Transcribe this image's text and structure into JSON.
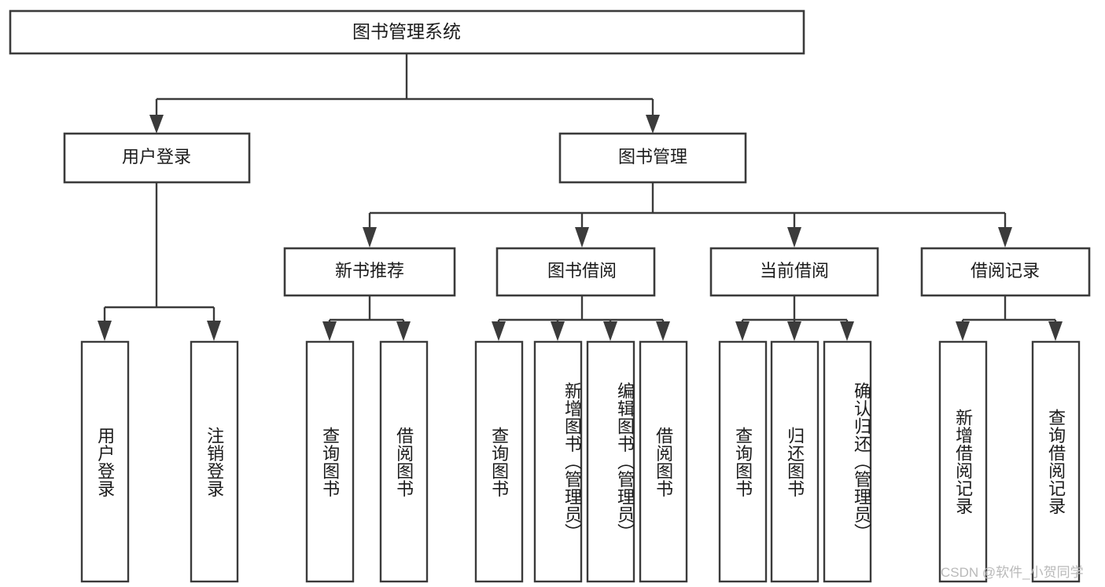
{
  "diagram": {
    "type": "tree",
    "title": "图书管理系统",
    "orientation": "top-down",
    "stroke_color": "#3b3b3b",
    "fill_color": "#ffffff",
    "text_color": "#1b1b1b",
    "nodes": {
      "root": {
        "label": "图书管理系统"
      },
      "level1": [
        {
          "id": "user-login",
          "label": "用户登录"
        },
        {
          "id": "book-manage",
          "label": "图书管理"
        }
      ],
      "level2": [
        {
          "id": "new-book-recommend",
          "label": "新书推荐",
          "parent": "book-manage"
        },
        {
          "id": "book-borrow",
          "label": "图书借阅",
          "parent": "book-manage"
        },
        {
          "id": "current-borrow",
          "label": "当前借阅",
          "parent": "book-manage"
        },
        {
          "id": "borrow-record",
          "label": "借阅记录",
          "parent": "book-manage"
        }
      ],
      "leaves": [
        {
          "id": "leaf-user-login",
          "label": "用户登录",
          "parent": "user-login"
        },
        {
          "id": "leaf-logout",
          "label": "注销登录",
          "parent": "user-login"
        },
        {
          "id": "leaf-query-book-1",
          "label": "查询图书",
          "parent": "new-book-recommend"
        },
        {
          "id": "leaf-borrow-book-1",
          "label": "借阅图书",
          "parent": "new-book-recommend"
        },
        {
          "id": "leaf-query-book-2",
          "label": "查询图书",
          "parent": "book-borrow"
        },
        {
          "id": "leaf-add-book",
          "label": "新增图书（管理员）",
          "parent": "book-borrow"
        },
        {
          "id": "leaf-edit-book",
          "label": "编辑图书（管理员）",
          "parent": "book-borrow"
        },
        {
          "id": "leaf-borrow-book-2",
          "label": "借阅图书",
          "parent": "book-borrow"
        },
        {
          "id": "leaf-query-book-3",
          "label": "查询图书",
          "parent": "current-borrow"
        },
        {
          "id": "leaf-return-book",
          "label": "归还图书",
          "parent": "current-borrow"
        },
        {
          "id": "leaf-confirm-return",
          "label": "确认归还（管理员）",
          "parent": "current-borrow"
        },
        {
          "id": "leaf-add-record",
          "label": "新增借阅记录",
          "parent": "borrow-record"
        },
        {
          "id": "leaf-query-record",
          "label": "查询借阅记录",
          "parent": "borrow-record"
        }
      ]
    }
  },
  "watermark": {
    "text": "CSDN @软件_小贺同学"
  }
}
